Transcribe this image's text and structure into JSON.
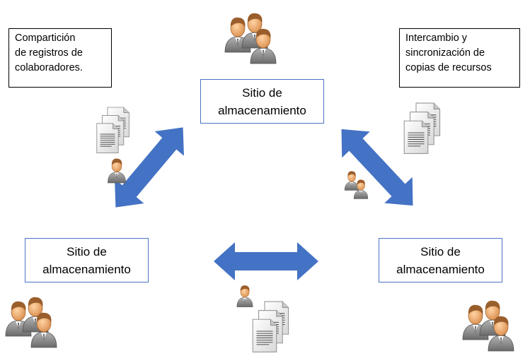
{
  "notes": {
    "collaborators": [
      "Compartición",
      "de registros de",
      "colaboradores."
    ],
    "exchange": [
      "Intercambio y",
      "sincronización de",
      "copias de recursos"
    ]
  },
  "sites": {
    "top": [
      "Sitio de",
      "almacenamiento"
    ],
    "left": [
      "Sitio de",
      "almacenamiento"
    ],
    "right": [
      "Sitio de",
      "almacenamiento"
    ]
  },
  "colors": {
    "arrow": "#4472c4",
    "site_border": "#4a72c4",
    "skin": "#f2ab6a",
    "hair": "#9a5e2c",
    "suit": "#8a8a8a",
    "doc": "#f2f2f2"
  },
  "icons": [
    "users-group-icon",
    "double-arrow-icon",
    "document-stack-icon",
    "user-icon"
  ]
}
